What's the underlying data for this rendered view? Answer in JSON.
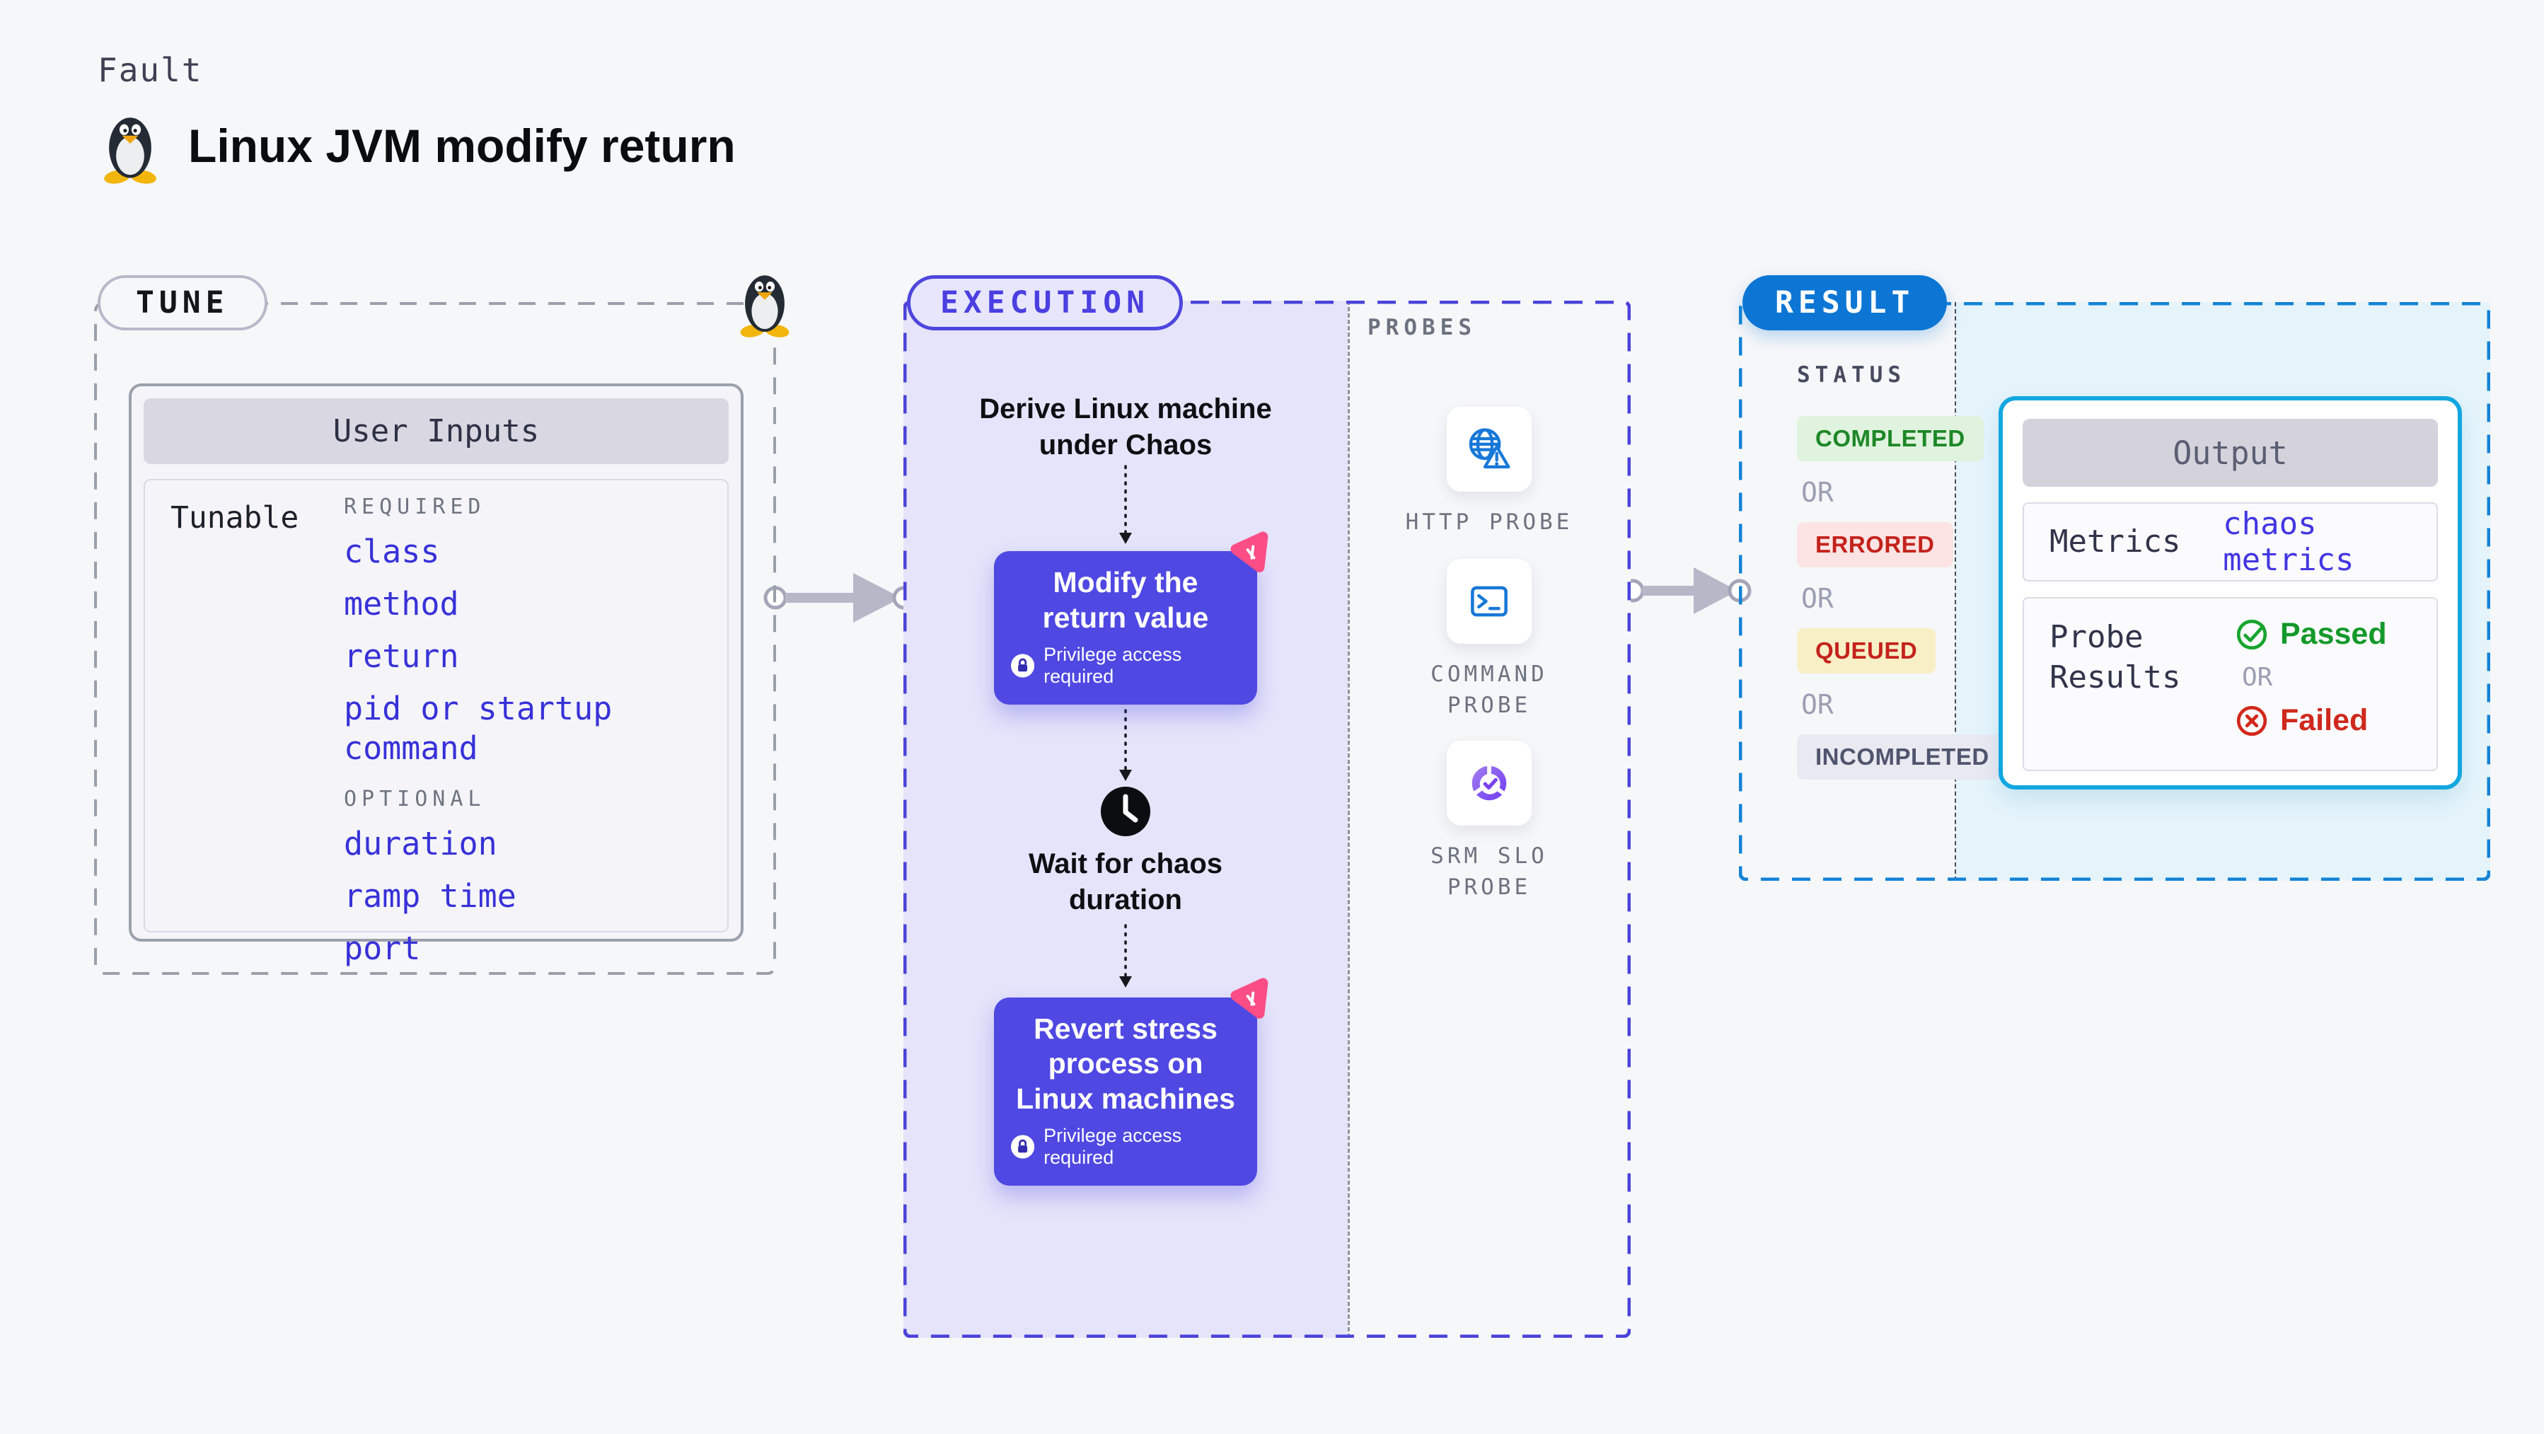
{
  "header": {
    "eyebrow": "Fault",
    "title": "Linux JVM modify return"
  },
  "tune": {
    "label": "TUNE",
    "user_inputs": {
      "title": "User Inputs",
      "row_label": "Tunable",
      "required_label": "REQUIRED",
      "required_items": [
        "class",
        "method",
        "return",
        "pid or startup command"
      ],
      "optional_label": "OPTIONAL",
      "optional_items": [
        "duration",
        "ramp time",
        "port"
      ]
    }
  },
  "execution": {
    "label": "EXECUTION",
    "steps": {
      "derive": "Derive Linux machine under Chaos",
      "modify": {
        "title": "Modify the return value",
        "badge": "Privilege access required"
      },
      "wait": "Wait for chaos duration",
      "revert": {
        "title": "Revert stress process on Linux machines",
        "badge": "Privilege access required"
      }
    },
    "probes": {
      "label": "PROBES",
      "items": [
        {
          "name": "HTTP PROBE",
          "icon": "globe-alert-icon"
        },
        {
          "name": "COMMAND PROBE",
          "icon": "terminal-icon"
        },
        {
          "name": "SRM SLO PROBE",
          "icon": "slo-pie-icon"
        }
      ]
    }
  },
  "result": {
    "label": "RESULT",
    "status": {
      "label": "STATUS",
      "or_label": "OR",
      "badges": [
        {
          "text": "COMPLETED",
          "bg": "#dff3de",
          "color": "#1d8727"
        },
        {
          "text": "ERRORED",
          "bg": "#fbe4e3",
          "color": "#c4221c"
        },
        {
          "text": "QUEUED",
          "bg": "#f9efc6",
          "color": "#c4221c"
        },
        {
          "text": "INCOMPLETED",
          "bg": "#e9e9f1",
          "color": "#50556e"
        }
      ]
    },
    "output": {
      "title": "Output",
      "metrics_label": "Metrics",
      "metrics_value": "chaos metrics",
      "probe_results_label": "Probe Results",
      "passed": "Passed",
      "or_label": "OR",
      "failed": "Failed"
    }
  },
  "colors": {
    "page_bg": "#f6f7f9",
    "indigo_accent": "#4e46dd",
    "lavender_fill": "#e5e4fa",
    "node_purple": "#4f48e2",
    "chaos_pink": "#fb4d86",
    "probe_blue": "#1878d8",
    "result_blue": "#0d76d4",
    "output_cyan_border": "#13a7e0",
    "cyan_fill": "#e5f4fb",
    "green": "#1d8727",
    "red": "#c4221c",
    "link_blue": "#3731d9"
  }
}
